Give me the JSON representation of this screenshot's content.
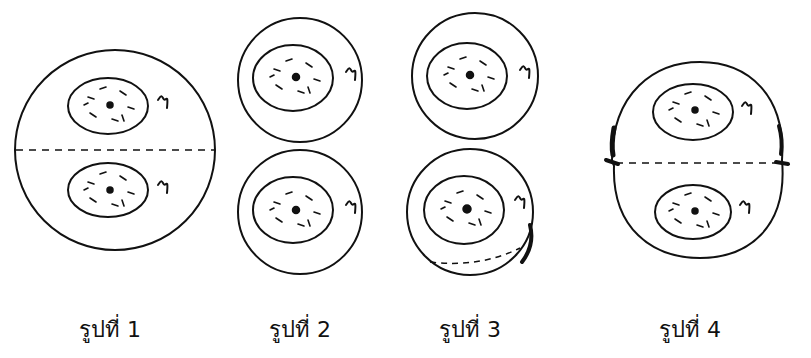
{
  "diagram": {
    "labels": [
      "รูปที่ 1",
      "รูปที่ 2",
      "รูปที่ 3",
      "รูปที่ 4"
    ]
  }
}
